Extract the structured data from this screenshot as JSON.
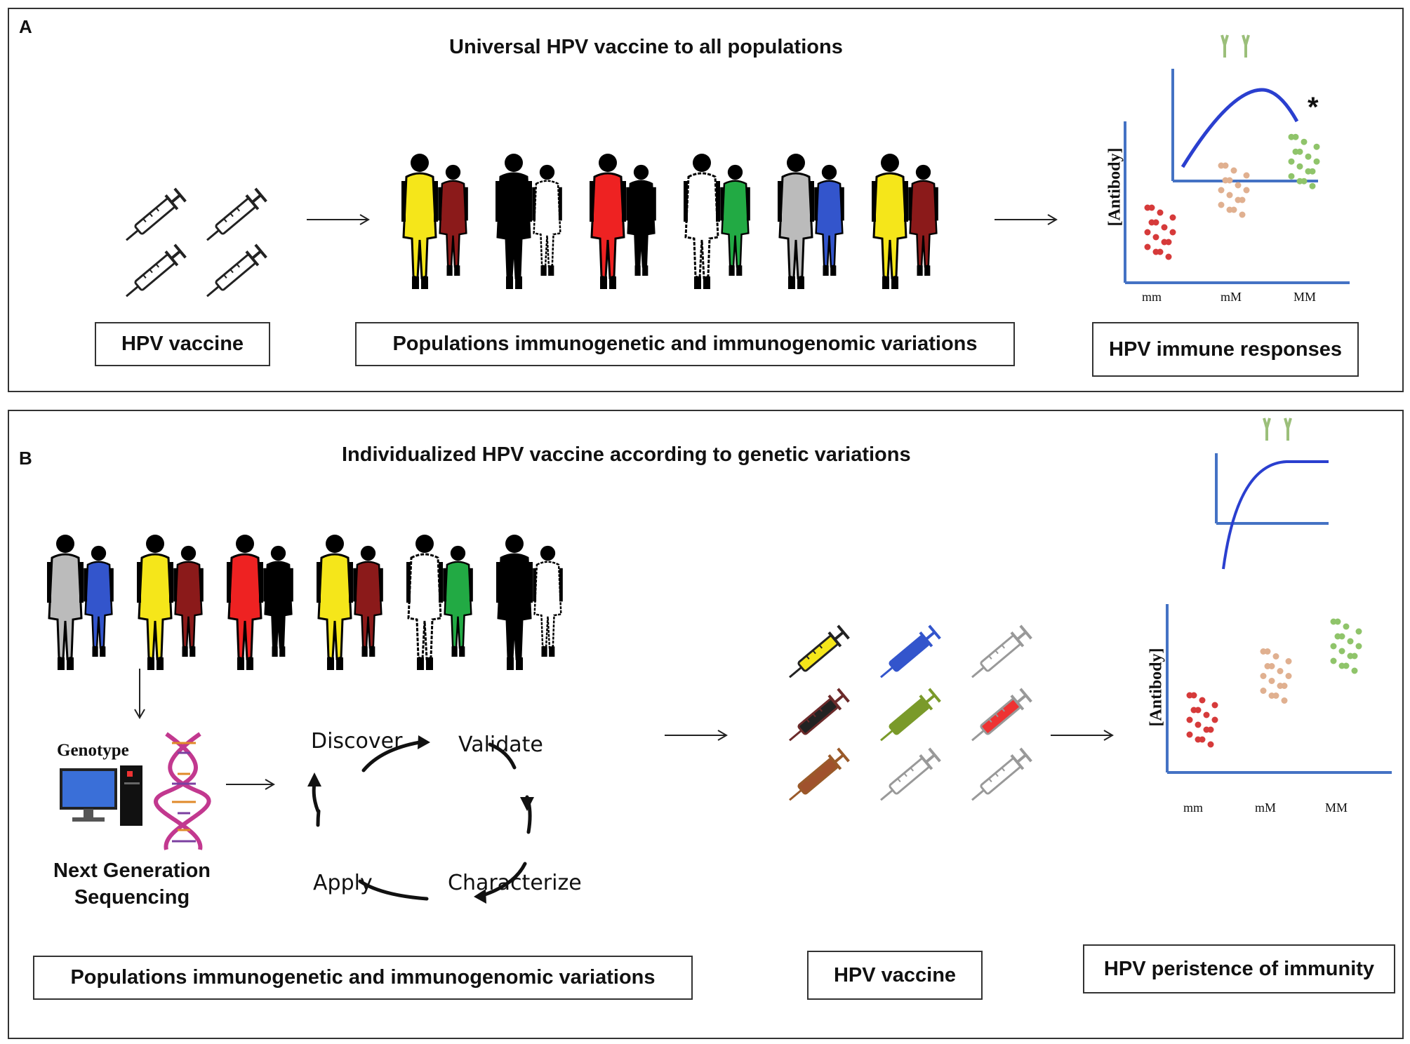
{
  "panel_a": {
    "label": "A",
    "title": "Universal HPV vaccine to all populations",
    "box_vaccine": "HPV vaccine",
    "box_populations": "Populations immunogenetic and immunogenomic variations",
    "box_responses": "HPV immune responses",
    "asterisk": "*",
    "people_colors": [
      "#f5e61a",
      "#8b1a1a",
      "#000000",
      "#ffffff",
      "#ee2222",
      "#000000",
      "#ffffff",
      "#22aa44",
      "#bbbbbb",
      "#3355cc",
      "#f5e61a",
      "#8b1a1a"
    ],
    "curve_shape": "rise-then-fall",
    "scatter": {
      "ylabel": "[Antibody]",
      "categories": [
        "mm",
        "mM",
        "MM"
      ],
      "colors": [
        "#d63a3a",
        "#e0b090",
        "#8fc46a"
      ],
      "level": [
        "low",
        "medium",
        "high"
      ]
    }
  },
  "panel_b": {
    "label": "B",
    "title": "Individualized HPV vaccine  according to genetic variations",
    "genotype_label": "Genotype",
    "ngs_label_line1": "Next Generation",
    "ngs_label_line2": "Sequencing",
    "cycle": [
      "Discover",
      "Validate",
      "Characterize",
      "Apply"
    ],
    "box_populations": "Populations immunogenetic and immunogenomic variations",
    "box_vaccine": "HPV vaccine",
    "box_persistence": "HPV peristence of immunity",
    "people_colors": [
      "#bbbbbb",
      "#3355cc",
      "#f5e61a",
      "#8b1a1a",
      "#ee2222",
      "#000000",
      "#f5e61a",
      "#8b1a1a",
      "#ffffff",
      "#22aa44",
      "#000000",
      "#ffffff"
    ],
    "syringe_colors": [
      "#f5e61a",
      "#3355cc",
      "#aaaaaa",
      "#222222",
      "#7a9a2a",
      "#ee3333",
      "#a0522d",
      "#aaaaaa",
      "#aaaaaa"
    ],
    "curve_shape": "saturating",
    "scatter": {
      "ylabel": "[Antibody]",
      "categories": [
        "mm",
        "mM",
        "MM"
      ],
      "colors": [
        "#d63a3a",
        "#e0b090",
        "#8fc46a"
      ],
      "level": [
        "low",
        "medium",
        "high"
      ]
    }
  }
}
